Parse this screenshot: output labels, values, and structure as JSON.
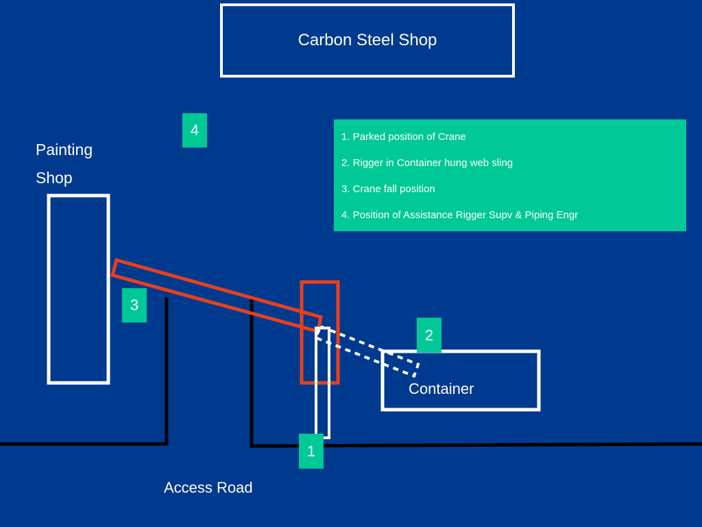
{
  "title": "Carbon Steel Shop",
  "painting_shop": {
    "line1": "Painting",
    "line2": "Shop"
  },
  "container_label": "Container",
  "access_road_label": "Access Road",
  "markers": [
    "1",
    "2",
    "3",
    "4"
  ],
  "legend": [
    "1. Parked position of Crane",
    "2. Rigger in Container hung web sling",
    "3. Crane fall position",
    "4. Position of Assistance Rigger Supv & Piping Engr"
  ],
  "colors": {
    "background": "#003a8f",
    "outline": "#ffffff",
    "crane_fall": "#e8401c",
    "marker": "#00c896",
    "road": "#000000"
  }
}
